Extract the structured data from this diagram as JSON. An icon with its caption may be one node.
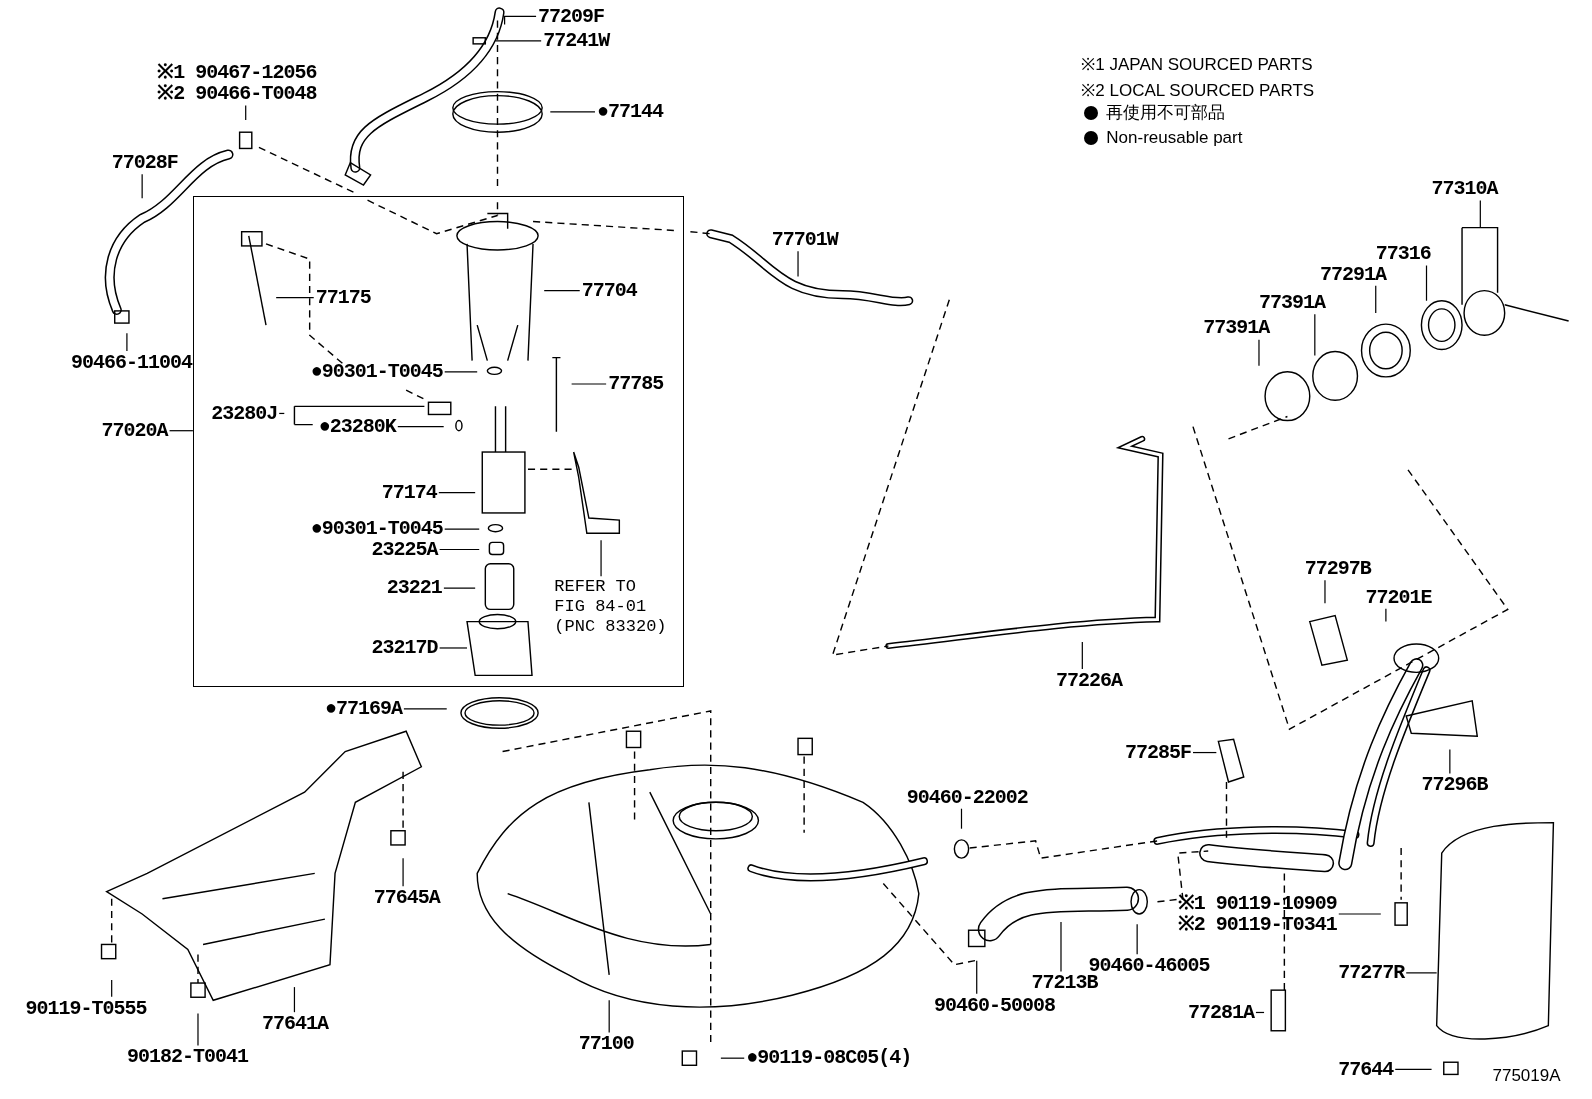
{
  "diagram": {
    "nodes": [
      {
        "text": [
          "77209F"
        ]
      },
      {
        "text": [
          "77241W"
        ]
      },
      {
        "text": [
          "※1 90467-12056",
          "※2 90466-T0048"
        ]
      },
      {
        "text": [
          "●77144"
        ]
      },
      {
        "text": [
          "77028F"
        ]
      },
      {
        "text": [
          "90466-11004"
        ]
      },
      {
        "text": [],
        "shape": "box"
      },
      {
        "text": [
          "77175"
        ],
        "in": 6
      },
      {
        "text": [
          "77704"
        ],
        "in": 6
      },
      {
        "text": [
          "●90301-T0045"
        ],
        "in": 6
      },
      {
        "text": [
          "77785"
        ],
        "in": 6
      },
      {
        "text": [
          "23280J"
        ],
        "in": 6
      },
      {
        "text": [
          "●23280K"
        ],
        "in": 6
      },
      {
        "text": [
          "77174"
        ],
        "in": 6
      },
      {
        "text": [
          "●90301-T0045"
        ],
        "in": 6
      },
      {
        "text": [
          "23225A"
        ],
        "in": 6
      },
      {
        "text": [
          "23221"
        ],
        "in": 6
      },
      {
        "text": [
          "REFER TO FIG 84-01 (PNC 83320)"
        ],
        "in": 6
      },
      {
        "text": [
          "23217D"
        ],
        "in": 6
      },
      {
        "text": [
          "77020A"
        ]
      },
      {
        "text": [
          "77701W"
        ]
      },
      {
        "text": [
          "77310A"
        ]
      },
      {
        "text": [
          "77316"
        ]
      },
      {
        "text": [
          "77291A"
        ]
      },
      {
        "text": [
          "77391A"
        ]
      },
      {
        "text": [
          "77391A"
        ]
      },
      {
        "text": [
          "77226A"
        ]
      },
      {
        "text": [
          "77297B"
        ]
      },
      {
        "text": [
          "77201E"
        ]
      },
      {
        "text": [
          "●77169A"
        ]
      },
      {
        "text": [
          "77285F"
        ]
      },
      {
        "text": [
          "77296B"
        ]
      },
      {
        "text": [
          "90460-22002"
        ]
      },
      {
        "text": [
          "77645A"
        ]
      },
      {
        "text": [
          "※1 90119-10909",
          "※2 90119-T0341"
        ]
      },
      {
        "text": [
          "77277R"
        ]
      },
      {
        "text": [
          "90119-T0555"
        ]
      },
      {
        "text": [
          "77641A"
        ]
      },
      {
        "text": [
          "90460-46005"
        ]
      },
      {
        "text": [
          "77213B"
        ]
      },
      {
        "text": [
          "90460-50008"
        ]
      },
      {
        "text": [
          "77281A"
        ]
      },
      {
        "text": [
          "90182-T0041"
        ]
      },
      {
        "text": [
          "77100"
        ]
      },
      {
        "text": [
          "●90119-08C05(4)"
        ]
      },
      {
        "text": [
          "77644"
        ]
      }
    ],
    "edges": [
      {
        "from": 0,
        "to": null,
        "arrow": "none"
      },
      {
        "from": 1,
        "to": null,
        "arrow": "none"
      },
      {
        "from": 2,
        "to": null,
        "arrow": "none"
      },
      {
        "from": 3,
        "to": null,
        "arrow": "none"
      },
      {
        "from": 4,
        "to": null,
        "arrow": "none"
      },
      {
        "from": 5,
        "to": null,
        "arrow": "none"
      },
      {
        "from": 7,
        "to": null,
        "arrow": "none"
      },
      {
        "from": 8,
        "to": null,
        "arrow": "none"
      },
      {
        "from": 9,
        "to": null,
        "arrow": "none"
      },
      {
        "from": 10,
        "to": null,
        "arrow": "none"
      },
      {
        "from": 11,
        "to": null,
        "arrow": "none"
      },
      {
        "from": 12,
        "to": null,
        "arrow": "none"
      },
      {
        "from": 13,
        "to": null,
        "arrow": "none"
      },
      {
        "from": 14,
        "to": null,
        "arrow": "none"
      },
      {
        "from": 15,
        "to": null,
        "arrow": "none"
      },
      {
        "from": 16,
        "to": null,
        "arrow": "none"
      },
      {
        "from": 17,
        "to": null,
        "arrow": "none"
      },
      {
        "from": 18,
        "to": null,
        "arrow": "none"
      },
      {
        "from": 19,
        "to": 6,
        "arrow": "none"
      },
      {
        "from": 20,
        "to": null,
        "arrow": "none"
      },
      {
        "from": 21,
        "to": null,
        "arrow": "none"
      },
      {
        "from": 22,
        "to": null,
        "arrow": "none"
      },
      {
        "from": 23,
        "to": null,
        "arrow": "none"
      },
      {
        "from": 24,
        "to": null,
        "arrow": "none"
      },
      {
        "from": 25,
        "to": null,
        "arrow": "none"
      },
      {
        "from": 26,
        "to": null,
        "arrow": "none"
      },
      {
        "from": 27,
        "to": null,
        "arrow": "none"
      },
      {
        "from": 28,
        "to": null,
        "arrow": "none"
      },
      {
        "from": 29,
        "to": null,
        "arrow": "none"
      },
      {
        "from": 30,
        "to": null,
        "arrow": "none"
      },
      {
        "from": 31,
        "to": null,
        "arrow": "none"
      },
      {
        "from": 32,
        "to": null,
        "arrow": "none"
      },
      {
        "from": 33,
        "to": null,
        "arrow": "none"
      },
      {
        "from": 34,
        "to": null,
        "arrow": "none"
      },
      {
        "from": 35,
        "to": null,
        "arrow": "none"
      },
      {
        "from": 36,
        "to": null,
        "arrow": "none"
      },
      {
        "from": 37,
        "to": null,
        "arrow": "none"
      },
      {
        "from": 38,
        "to": null,
        "arrow": "none"
      },
      {
        "from": 39,
        "to": null,
        "arrow": "none"
      },
      {
        "from": 40,
        "to": null,
        "arrow": "none"
      },
      {
        "from": 41,
        "to": null,
        "arrow": "none"
      },
      {
        "from": 42,
        "to": null,
        "arrow": "none"
      },
      {
        "from": 43,
        "to": null,
        "arrow": "none"
      },
      {
        "from": 44,
        "to": null,
        "arrow": "none"
      },
      {
        "from": 45,
        "to": null,
        "arrow": "none"
      }
    ],
    "labels": [
      "※1 JAPAN SOURCED PARTS",
      "※2 LOCAL SOURCED PARTS",
      "775019A"
    ],
    "legend": [
      {
        "text": "再使用不可部品"
      },
      {
        "text": "Non-reusable part"
      }
    ]
  }
}
